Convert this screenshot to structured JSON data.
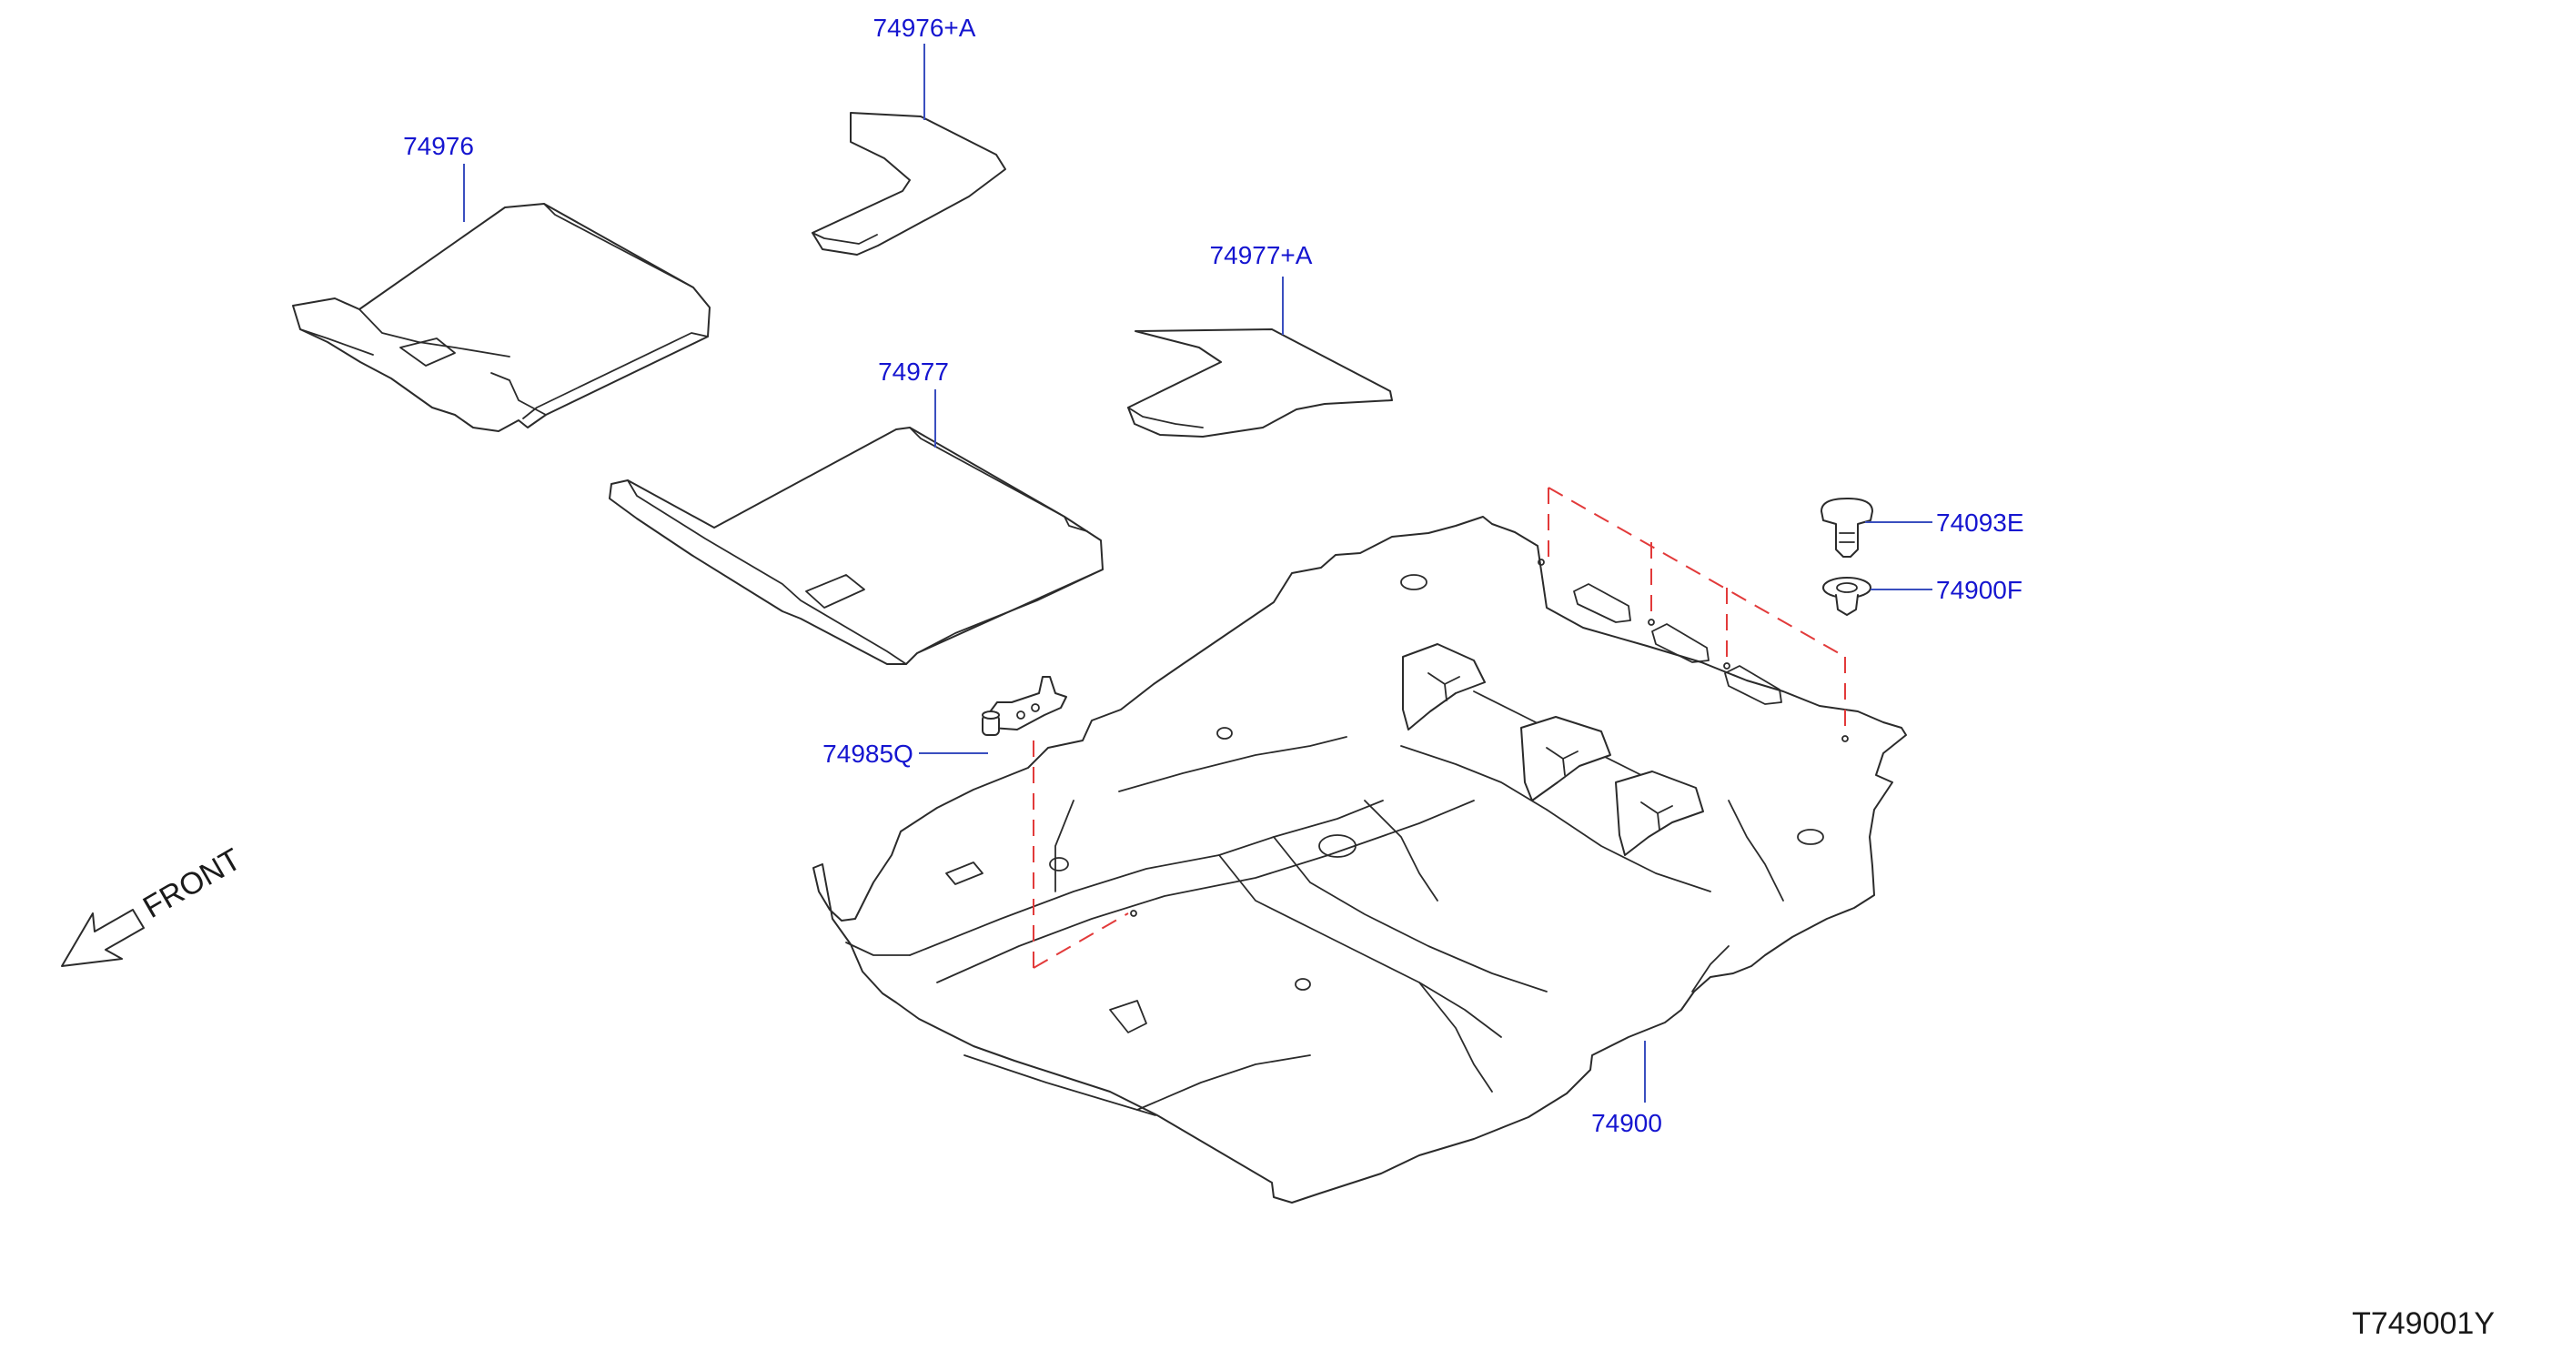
{
  "diagram": {
    "colors": {
      "callout_text": "#1515d0",
      "leader_line": "#3a4fbf",
      "hidden_line": "#e23a3a",
      "part_outline": "#2b2b2b"
    },
    "callouts": [
      {
        "id": "mat-rear-overlay",
        "label": "74976+A"
      },
      {
        "id": "mat-rear",
        "label": "74976"
      },
      {
        "id": "mat-front-overlay",
        "label": "74977+A"
      },
      {
        "id": "mat-front",
        "label": "74977"
      },
      {
        "id": "hook",
        "label": "74985Q"
      },
      {
        "id": "clip",
        "label": "74093E"
      },
      {
        "id": "grommet",
        "label": "74900F"
      },
      {
        "id": "carpet",
        "label": "74900"
      }
    ],
    "front_label": "FRONT",
    "drawing_id": "T749001Y"
  }
}
